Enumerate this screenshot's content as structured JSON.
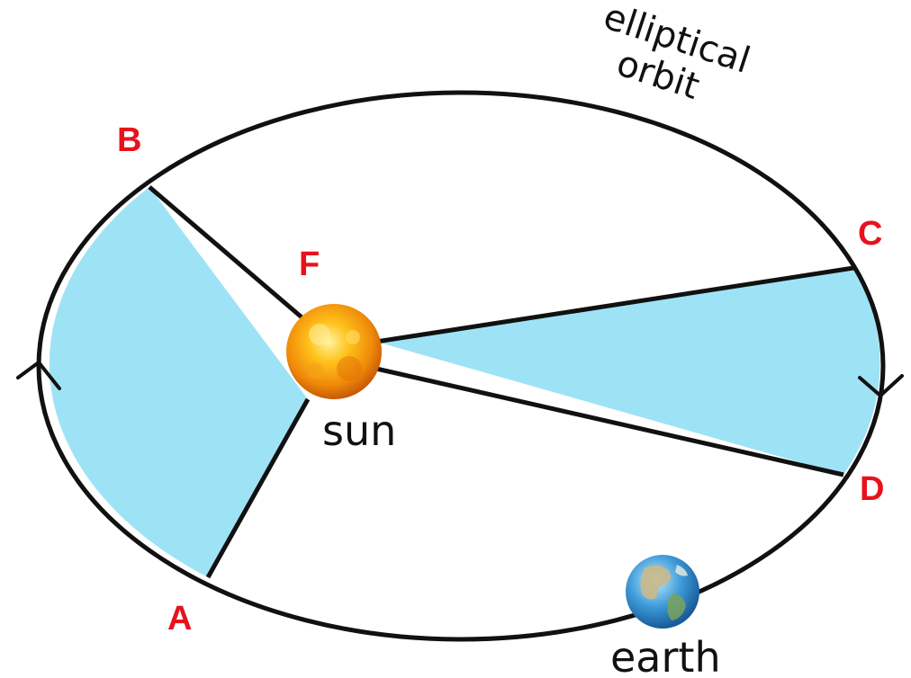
{
  "diagram": {
    "orbit_label_line1": "elliptical",
    "orbit_label_line2": "orbit",
    "points": {
      "a": "A",
      "b": "B",
      "c": "C",
      "d": "D",
      "f": "F"
    },
    "sun_label": "sun",
    "earth_label": "earth"
  },
  "colors": {
    "swept_area": "#9ee3f5",
    "orbit_line": "#111111",
    "point_label": "#e8121c",
    "text": "#111111"
  }
}
